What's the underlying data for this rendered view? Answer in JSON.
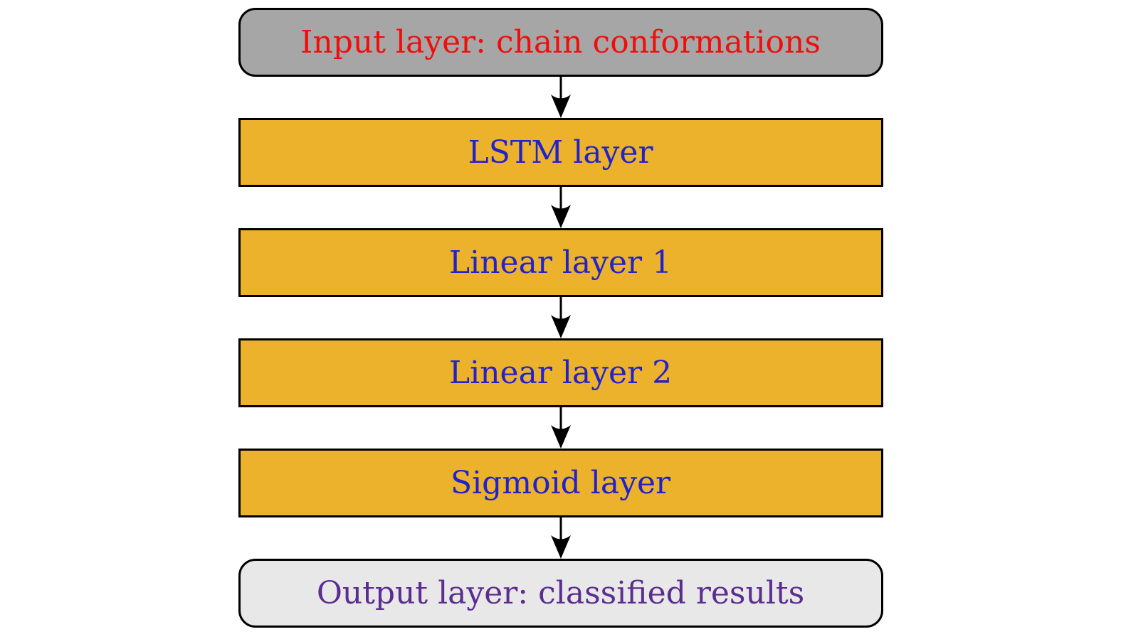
{
  "diagram": {
    "description": "Neural network architecture flowchart (vertical, top to bottom)",
    "colors": {
      "background": "#ffffff",
      "box_border": "#000000",
      "arrow": "#000000",
      "input_fill": "#a6a6a6",
      "hidden_fill": "#ecb22c",
      "output_fill": "#e8e8e8",
      "input_text": "#f20d0d",
      "hidden_text": "#2222cc",
      "output_text": "#5b2d90"
    },
    "nodes": [
      {
        "id": "input",
        "label": "Input layer: chain conformations",
        "shape": "rounded",
        "fill": "#a6a6a6",
        "text_color": "#f20d0d"
      },
      {
        "id": "lstm",
        "label": "LSTM layer",
        "shape": "rect",
        "fill": "#ecb22c",
        "text_color": "#2222cc"
      },
      {
        "id": "linear1",
        "label": "Linear layer 1",
        "shape": "rect",
        "fill": "#ecb22c",
        "text_color": "#2222cc"
      },
      {
        "id": "linear2",
        "label": "Linear layer 2",
        "shape": "rect",
        "fill": "#ecb22c",
        "text_color": "#2222cc"
      },
      {
        "id": "sigmoid",
        "label": "Sigmoid layer",
        "shape": "rect",
        "fill": "#ecb22c",
        "text_color": "#2222cc"
      },
      {
        "id": "output",
        "label": "Output layer: classified results",
        "shape": "rounded",
        "fill": "#e8e8e8",
        "text_color": "#5b2d90"
      }
    ],
    "edges": [
      {
        "from": "input",
        "to": "lstm"
      },
      {
        "from": "lstm",
        "to": "linear1"
      },
      {
        "from": "linear1",
        "to": "linear2"
      },
      {
        "from": "linear2",
        "to": "sigmoid"
      },
      {
        "from": "sigmoid",
        "to": "output"
      }
    ]
  }
}
